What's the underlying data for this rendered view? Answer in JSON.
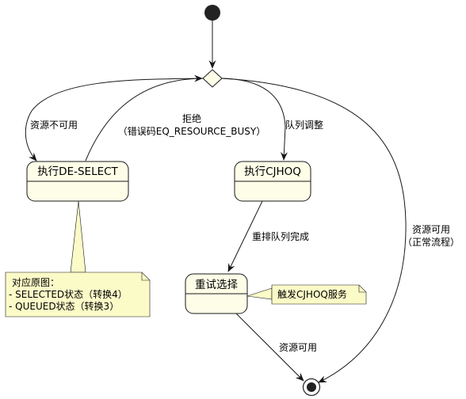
{
  "states": {
    "deselect": "执行DE-SELECT",
    "cjhoq": "执行CJHOQ",
    "retry": "重试选择"
  },
  "edges": {
    "resource_unavailable": "资源不可用",
    "reject_line1": "拒绝",
    "reject_line2": "（错误码EQ_RESOURCE_BUSY）",
    "queue_adjust": "队列调整",
    "requeue_done": "重排队列完成",
    "available_line1": "资源可用",
    "available_line2": "（正常流程）",
    "retry_available": "资源可用"
  },
  "notes": {
    "deselect_note": [
      "对应原图：",
      "- SELECTED状态（转换4）",
      "- QUEUED状态（转换3）"
    ],
    "retry_note": "触发CJHOQ服务"
  },
  "colors": {
    "state_fill": "#fefee8",
    "note_fill": "#fbfbc8",
    "line": "#181818",
    "node_fill": "#222222"
  }
}
